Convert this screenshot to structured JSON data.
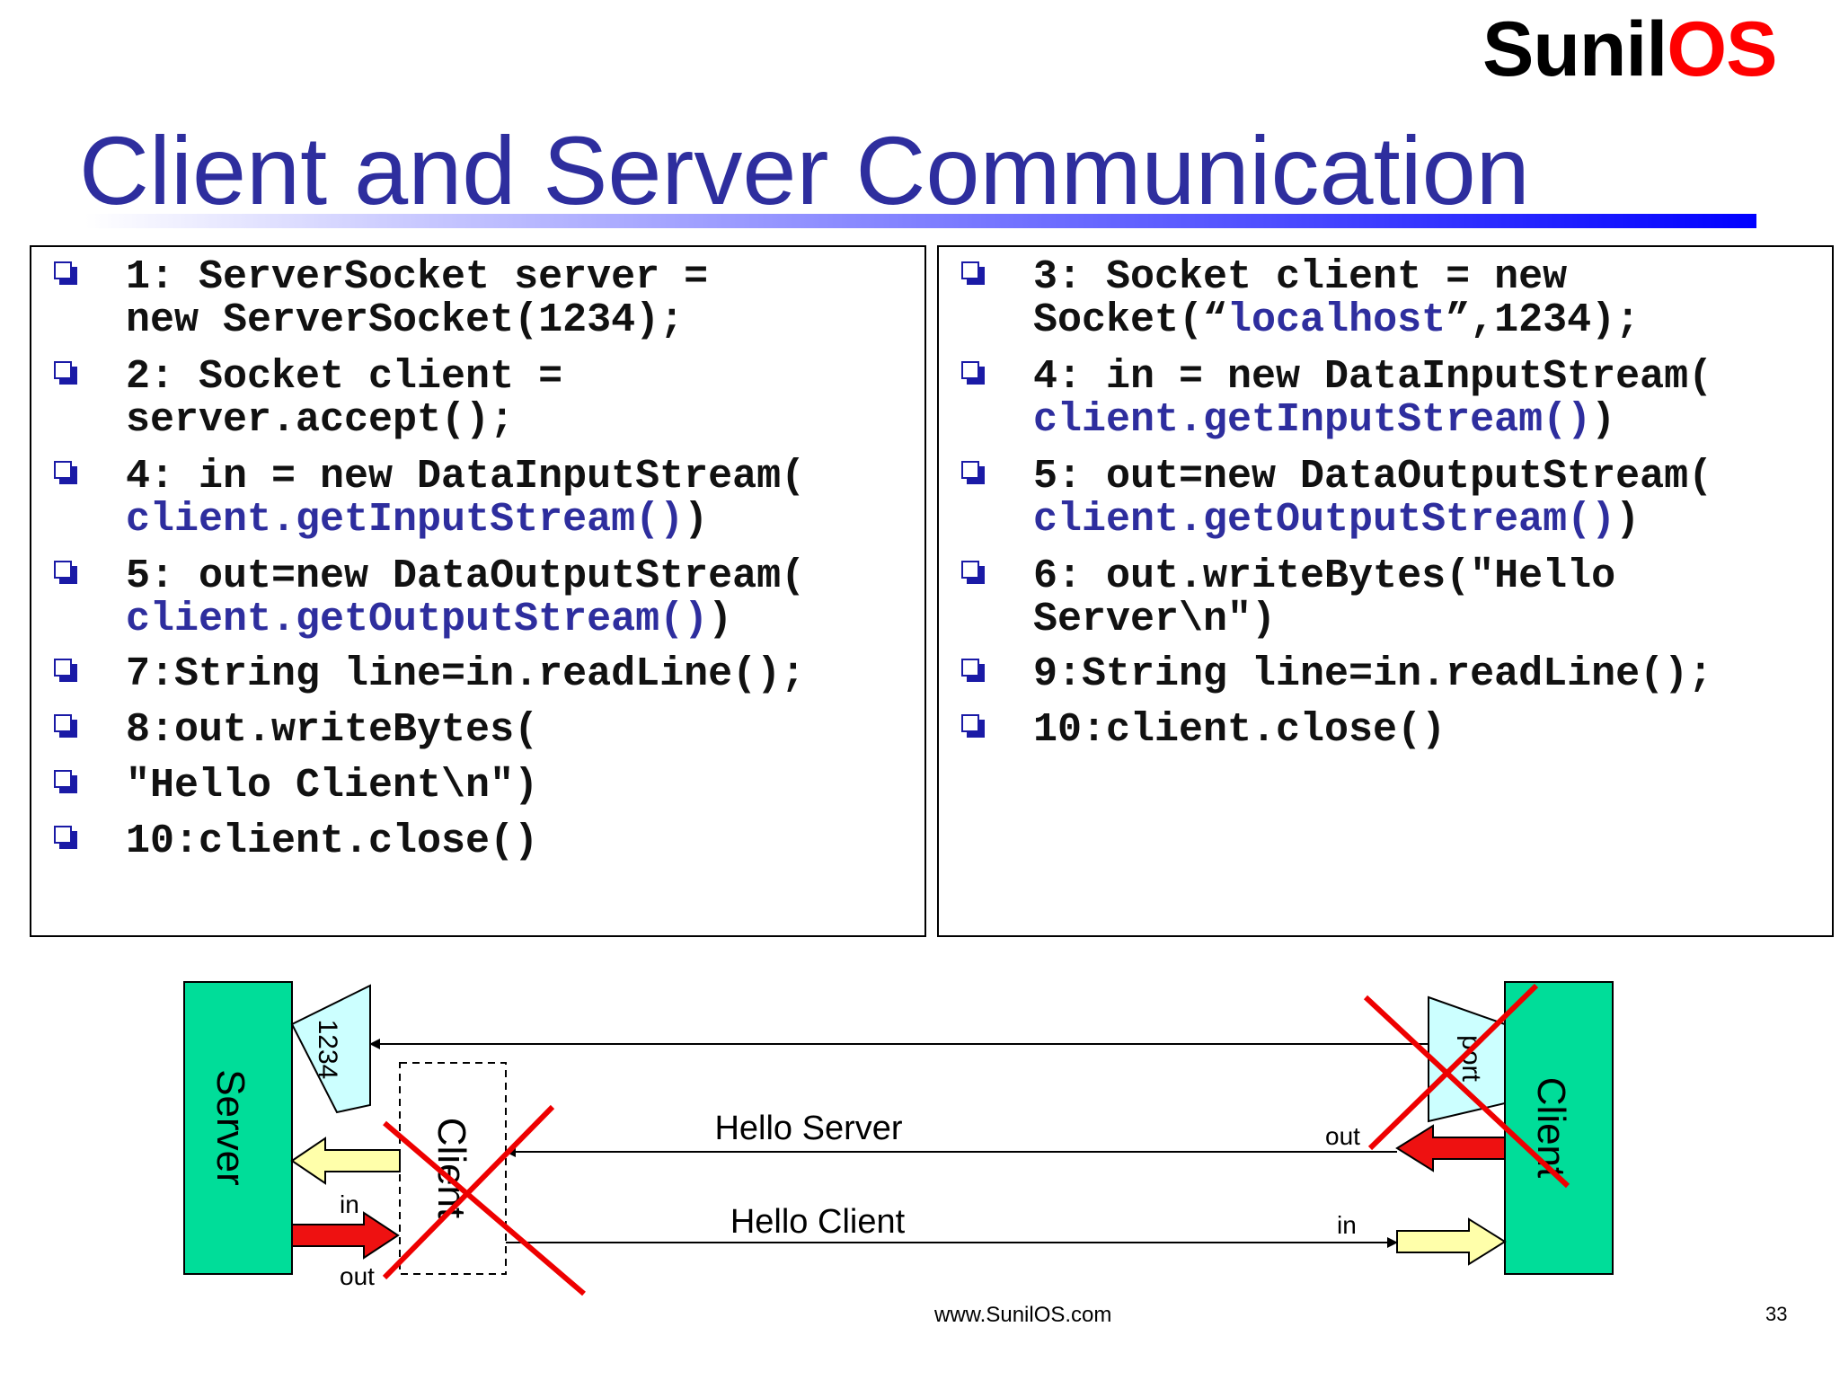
{
  "logo": {
    "part1": "Sunil",
    "part2": "OS"
  },
  "title": "Client and Server Communication",
  "left_panel": {
    "items": [
      {
        "lines": [
          [
            {
              "t": "1: ServerSocket  server ="
            }
          ],
          [
            {
              "t": "new ServerSocket(1234);"
            }
          ]
        ]
      },
      {
        "lines": [
          [
            {
              "t": "2: Socket client ="
            }
          ],
          [
            {
              "t": "server.accept();"
            }
          ]
        ]
      },
      {
        "lines": [
          [
            {
              "t": "4: in = new DataInputStream("
            }
          ],
          [
            {
              "t": "client.getInputStream()",
              "c": "blue"
            },
            {
              "t": ")"
            }
          ]
        ]
      },
      {
        "lines": [
          [
            {
              "t": "5: out=new DataOutputStream("
            }
          ],
          [
            {
              "t": "client.getOutputStream()",
              "c": "blue"
            },
            {
              "t": ")"
            }
          ]
        ]
      },
      {
        "lines": [
          [
            {
              "t": "7:String line=in.readLine();"
            }
          ]
        ]
      },
      {
        "lines": [
          [
            {
              "t": "8:out.writeBytes("
            }
          ]
        ]
      },
      {
        "lines": [
          [
            {
              "t": "\"Hello Client\\n\")"
            }
          ]
        ]
      },
      {
        "lines": [
          [
            {
              "t": "10:client.close()"
            }
          ]
        ]
      }
    ]
  },
  "right_panel": {
    "items": [
      {
        "lines": [
          [
            {
              "t": "3: Socket  client = new"
            }
          ],
          [
            {
              "t": "Socket(“"
            },
            {
              "t": "localhost",
              "c": "blue"
            },
            {
              "t": "”,1234);"
            }
          ]
        ]
      },
      {
        "lines": [
          [
            {
              "t": "4: in = new DataInputStream("
            }
          ],
          [
            {
              "t": "client.getInputStream()",
              "c": "blue"
            },
            {
              "t": ")"
            }
          ]
        ]
      },
      {
        "lines": [
          [
            {
              "t": "5: out=new DataOutputStream("
            }
          ],
          [
            {
              "t": "client.getOutputStream()",
              "c": "blue"
            },
            {
              "t": ")"
            }
          ]
        ]
      },
      {
        "lines": [
          [
            {
              "t": "6: out.writeBytes(\"Hello"
            }
          ],
          [
            {
              "t": "Server\\n\")"
            }
          ]
        ]
      },
      {
        "lines": [
          [
            {
              "t": "9:String line=in.readLine();"
            }
          ]
        ]
      },
      {
        "lines": [
          [
            {
              "t": "10:client.close()"
            }
          ]
        ]
      }
    ]
  },
  "diagram": {
    "server_label": "Server",
    "client_label": "Client",
    "inner_client_label": "Client",
    "port_label": "1234",
    "client_port_label": "port",
    "hello_server": "Hello Server",
    "hello_client": "Hello Client",
    "server_in": "in",
    "server_out": "out",
    "client_out": "out",
    "client_in": "in",
    "colors": {
      "box": "#00dd99",
      "port": "#ccffff",
      "red_arrow": "#ee1111",
      "yellow_arrow": "#ffffaa",
      "cross": "#ee0000"
    }
  },
  "footer": "www.SunilOS.com",
  "page_number": "33"
}
